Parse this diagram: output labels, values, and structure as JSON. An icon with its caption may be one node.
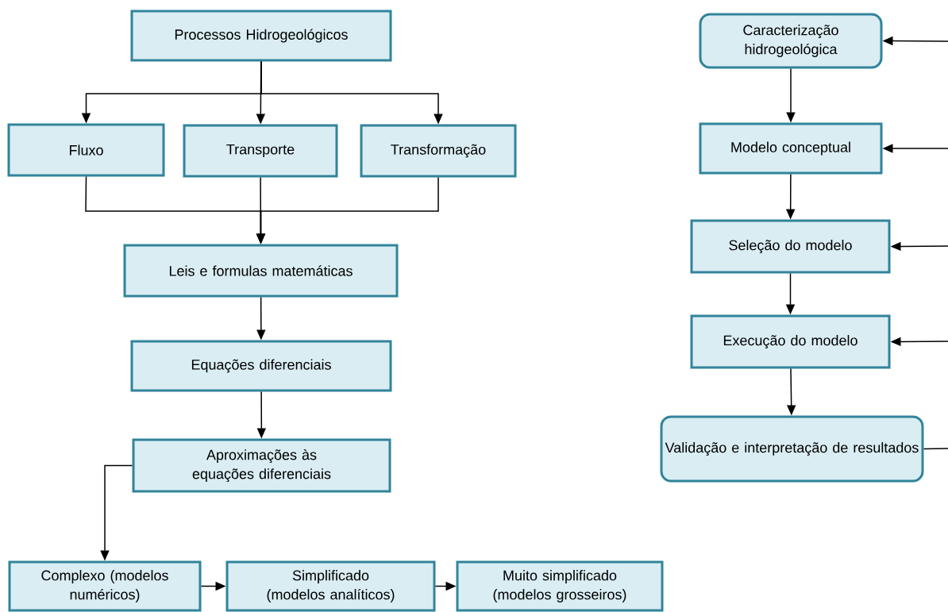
{
  "diagram": {
    "nodes": [
      {
        "text": [
          "Processos Hidrogeológicos"
        ]
      },
      {
        "text": [
          "Fluxo"
        ]
      },
      {
        "text": [
          "Transporte"
        ]
      },
      {
        "text": [
          "Transformação"
        ]
      },
      {
        "text": [
          "Leis e formulas matemáticas"
        ]
      },
      {
        "text": [
          "Equações diferenciais"
        ]
      },
      {
        "text": [
          "Aproximações às equações diferenciais"
        ]
      },
      {
        "text": [
          "Complexo (modelos numéricos)"
        ]
      },
      {
        "text": [
          "Simplificado (modelos analíticos)"
        ]
      },
      {
        "text": [
          "Muito simplificado (modelos grosseiros)"
        ]
      },
      {
        "text": [
          "Caracterização hidrogeológica"
        ]
      },
      {
        "text": [
          "Modelo conceptual"
        ]
      },
      {
        "text": [
          "Seleção do modelo"
        ]
      },
      {
        "text": [
          "Execução do modelo"
        ]
      },
      {
        "text": [
          "Validação e interpretação de resultados"
        ]
      }
    ],
    "edges": [
      {
        "from": 0,
        "to": 1,
        "arrow": "to"
      },
      {
        "from": 0,
        "to": 2,
        "arrow": "to"
      },
      {
        "from": 0,
        "to": 3,
        "arrow": "to"
      },
      {
        "from": 1,
        "to": 4,
        "arrow": "to"
      },
      {
        "from": 2,
        "to": 4,
        "arrow": "to"
      },
      {
        "from": 3,
        "to": 4,
        "arrow": "to"
      },
      {
        "from": 4,
        "to": 5,
        "arrow": "to"
      },
      {
        "from": 5,
        "to": 6,
        "arrow": "to"
      },
      {
        "from": 6,
        "to": 7,
        "arrow": "to"
      },
      {
        "from": 7,
        "to": 8,
        "arrow": "to"
      },
      {
        "from": 8,
        "to": 9,
        "arrow": "to"
      },
      {
        "from": 10,
        "to": 11,
        "arrow": "to"
      },
      {
        "from": 11,
        "to": 12,
        "arrow": "to"
      },
      {
        "from": 12,
        "to": 13,
        "arrow": "to"
      },
      {
        "from": 13,
        "to": 14,
        "arrow": "to"
      },
      {
        "from": null,
        "to": 10,
        "arrow": "to"
      },
      {
        "from": null,
        "to": 11,
        "arrow": "to"
      },
      {
        "from": null,
        "to": 12,
        "arrow": "to"
      },
      {
        "from": null,
        "to": 13,
        "arrow": "to"
      },
      {
        "from": 14,
        "to": null,
        "arrow": "none"
      }
    ]
  }
}
